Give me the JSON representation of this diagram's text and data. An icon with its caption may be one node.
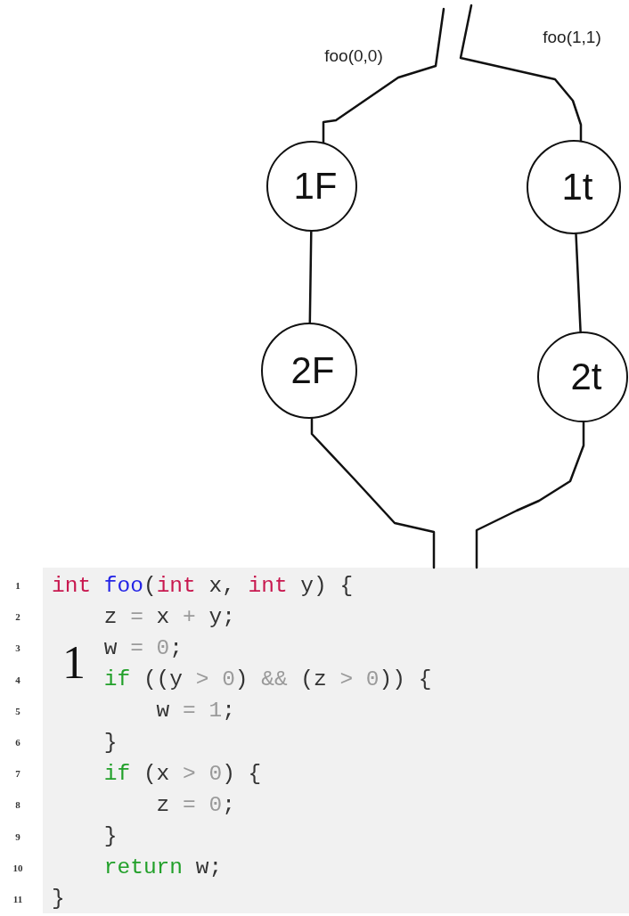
{
  "diagram": {
    "nodes": [
      {
        "text": [
          "1F"
        ]
      },
      {
        "text": [
          "1t"
        ]
      },
      {
        "text": [
          "2F"
        ]
      },
      {
        "text": [
          "2t"
        ]
      },
      {
        "text": [
          "int foo(int x, int y) {",
          "    z = x + y;",
          "    w = 0;",
          "    if ((y > 0) && (z > 0)) {",
          "        w = 1;",
          "    }",
          "    if (x > 0) {",
          "        z = 0;",
          "    }",
          "    return w;",
          "}"
        ],
        "beside": [
          "1",
          "2",
          "3",
          "4",
          "5",
          "6",
          "7",
          "8",
          "9",
          "10",
          "11"
        ]
      }
    ],
    "edges": [
      {
        "from": null,
        "to": 0,
        "arrow": "none",
        "label": "foo(0,0)"
      },
      {
        "from": null,
        "to": 1,
        "arrow": "none",
        "label": "foo(1,1)"
      },
      {
        "from": 0,
        "to": 2,
        "arrow": "none"
      },
      {
        "from": 1,
        "to": 3,
        "arrow": "none"
      },
      {
        "from": 2,
        "to": 4,
        "arrow": "none"
      },
      {
        "from": 3,
        "to": 4,
        "arrow": "none"
      }
    ],
    "labels": [
      "1"
    ]
  }
}
